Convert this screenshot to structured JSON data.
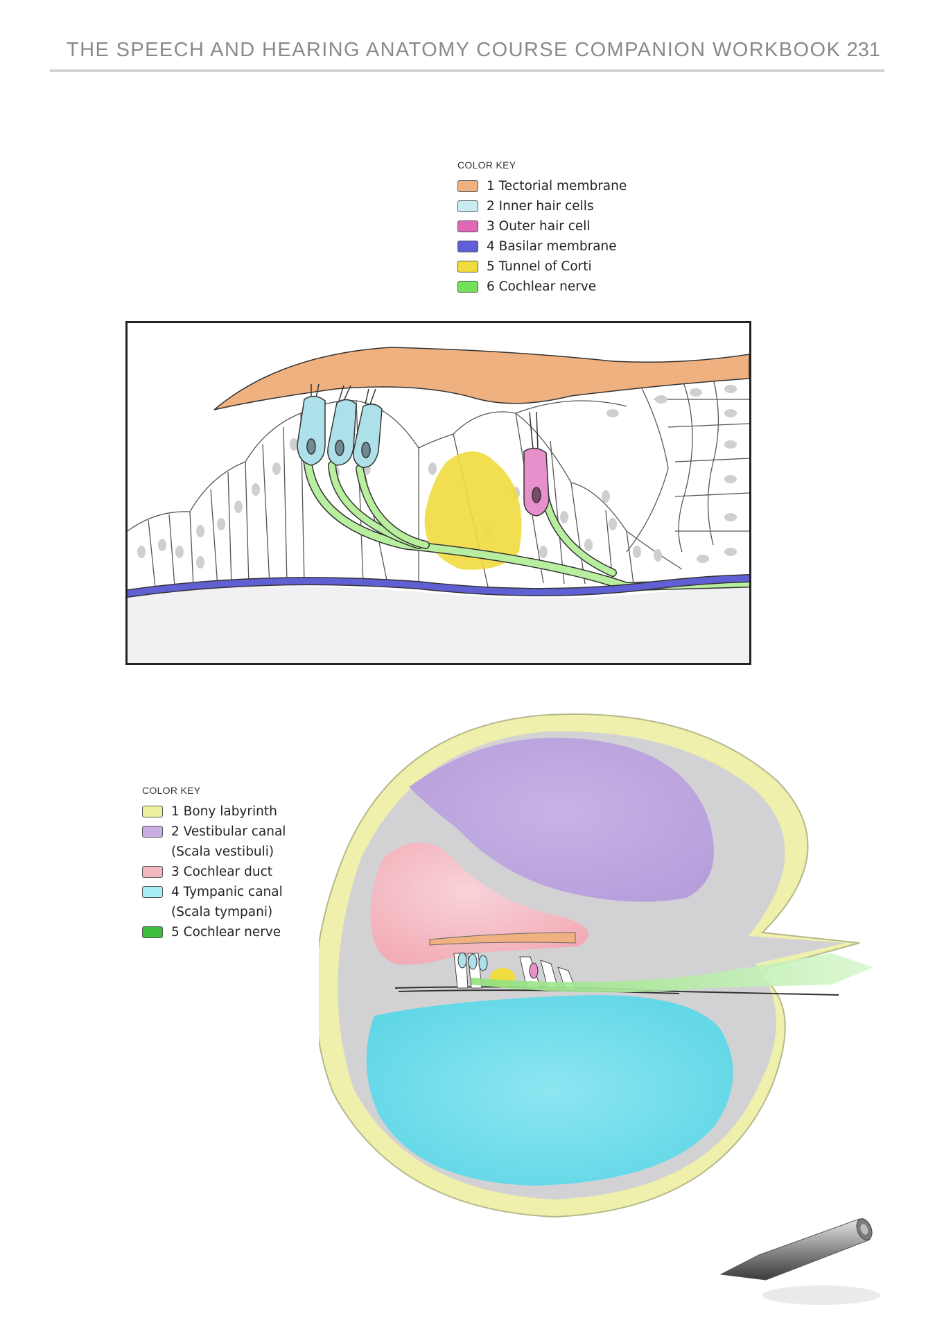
{
  "header": {
    "title": "THE SPEECH AND HEARING ANATOMY COURSE COMPANION WORKBOOK",
    "page_number": "231"
  },
  "organ_of_corti_key": {
    "title": "COLOR KEY",
    "items": [
      {
        "label": "1 Tectorial membrane",
        "color": "#f0b180"
      },
      {
        "label": "2 Inner hair cells",
        "color": "#c9ecf2"
      },
      {
        "label": "3 Outer hair cell",
        "color": "#e066b8"
      },
      {
        "label": "4 Basilar membrane",
        "color": "#5f5fd6"
      },
      {
        "label": "5 Tunnel of Corti",
        "color": "#f1dc3e"
      },
      {
        "label": "6 Cochlear nerve",
        "color": "#74e05a"
      }
    ]
  },
  "cochlea_key": {
    "title": "COLOR KEY",
    "items": [
      {
        "label": "1 Bony labyrinth",
        "color": "#eef2a0"
      },
      {
        "label": "2 Vestibular canal",
        "color": "#c9aee3"
      },
      {
        "label": "(Scala vestibuli)",
        "color": ""
      },
      {
        "label": "3 Cochlear duct",
        "color": "#f4b8c0"
      },
      {
        "label": "4 Tympanic canal",
        "color": "#a8ecf4"
      },
      {
        "label": "(Scala tympani)",
        "color": ""
      },
      {
        "label": "5  Cochlear nerve",
        "color": "#3cbf3c"
      }
    ]
  }
}
